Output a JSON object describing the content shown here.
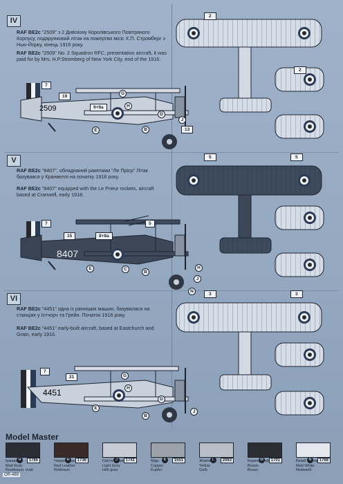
{
  "sections": [
    {
      "num": "IV",
      "caption_ua_title": "RAF BE2c",
      "caption_ua": "\"2509\" з 2 Дивізіону Королівського Повітряного Корпусу, подарунковий літак на пожертви місіс Х.П. Стромберг з Нью-Йорку, кінець 1916 року.",
      "caption_en_title": "RAF BE2c",
      "caption_en": "\"2509\" No. 2 Squadron RFC, presentation aircraft, it was paid for by Mrs. H.P.Stromberg of New York City, end of the 1916.",
      "serial": "2509",
      "callouts": [
        "7",
        "19",
        "9+9a",
        "G",
        "H",
        "E",
        "B",
        "13",
        "J",
        "D"
      ]
    },
    {
      "num": "V",
      "caption_ua_title": "RAF BE2c",
      "caption_ua": "\"8407\", обладнаний ракетами \"Ле Пріср\" Літак базувався у Кранвеллі на початку 1918 року.",
      "caption_en_title": "RAF BE2c",
      "caption_en": "\"8407\" equipped with the Le Prieur rockets, aircraft based at Cranwell, early 1918.",
      "serial": "8407",
      "callouts": [
        "7",
        "15",
        "8+8a",
        "5",
        "C",
        "E",
        "B",
        "H",
        "J",
        "N"
      ]
    },
    {
      "num": "VI",
      "caption_ua_title": "RAF BE2c",
      "caption_ua": "\"4451\" одна із ранніших машин, базувалася на станціях у Істчорч та Грейн. Початок 1916 року.",
      "caption_en_title": "RAF BE2c",
      "caption_en": "\"4451\" early-built aircraft, based at Eastchurch and Grain, early 1916.",
      "serial": "4451",
      "callouts": [
        "7",
        "21",
        "G",
        "H",
        "E",
        "B",
        "J",
        "D"
      ]
    }
  ],
  "plan_callouts": [
    "2",
    "2",
    "5",
    "5",
    "3",
    "3"
  ],
  "legend": {
    "brand": "Model Master",
    "page_code": "OR-489",
    "swatches": [
      {
        "num": "1785",
        "code": "H",
        "color": "#2b2f35",
        "ua": "Іржавий",
        "en": "Matt Rust",
        "de": "Rostbraun, matt"
      },
      {
        "num": "1736",
        "code": "H",
        "color": "#3a2a28",
        "ua": "Червона шкіра",
        "en": "Red Leather",
        "de": "Rotbraun"
      },
      {
        "num": "1741",
        "code": "J",
        "color": "#c7ccd4",
        "ua": "Світло-сірий",
        "en": "Light Grey",
        "de": "Hell grau"
      },
      {
        "num": "1551",
        "code": "K",
        "color": "#9ba2aa",
        "ua": "Мідь",
        "en": "Copper",
        "de": "Kupfer"
      },
      {
        "num": "2063",
        "code": "L",
        "color": "#b8bfc7",
        "ua": "Жовтий",
        "en": "Yellow",
        "de": "Gelb"
      },
      {
        "num": "1701",
        "code": "M",
        "color": "#2c2e33",
        "ua": "Коричневий",
        "en": "Brown",
        "de": "Braun"
      },
      {
        "num": "1768",
        "code": "N",
        "color": "#e4e8ee",
        "ua": "Білий матовий",
        "en": "Matt White",
        "de": "Mattweiß"
      }
    ]
  }
}
